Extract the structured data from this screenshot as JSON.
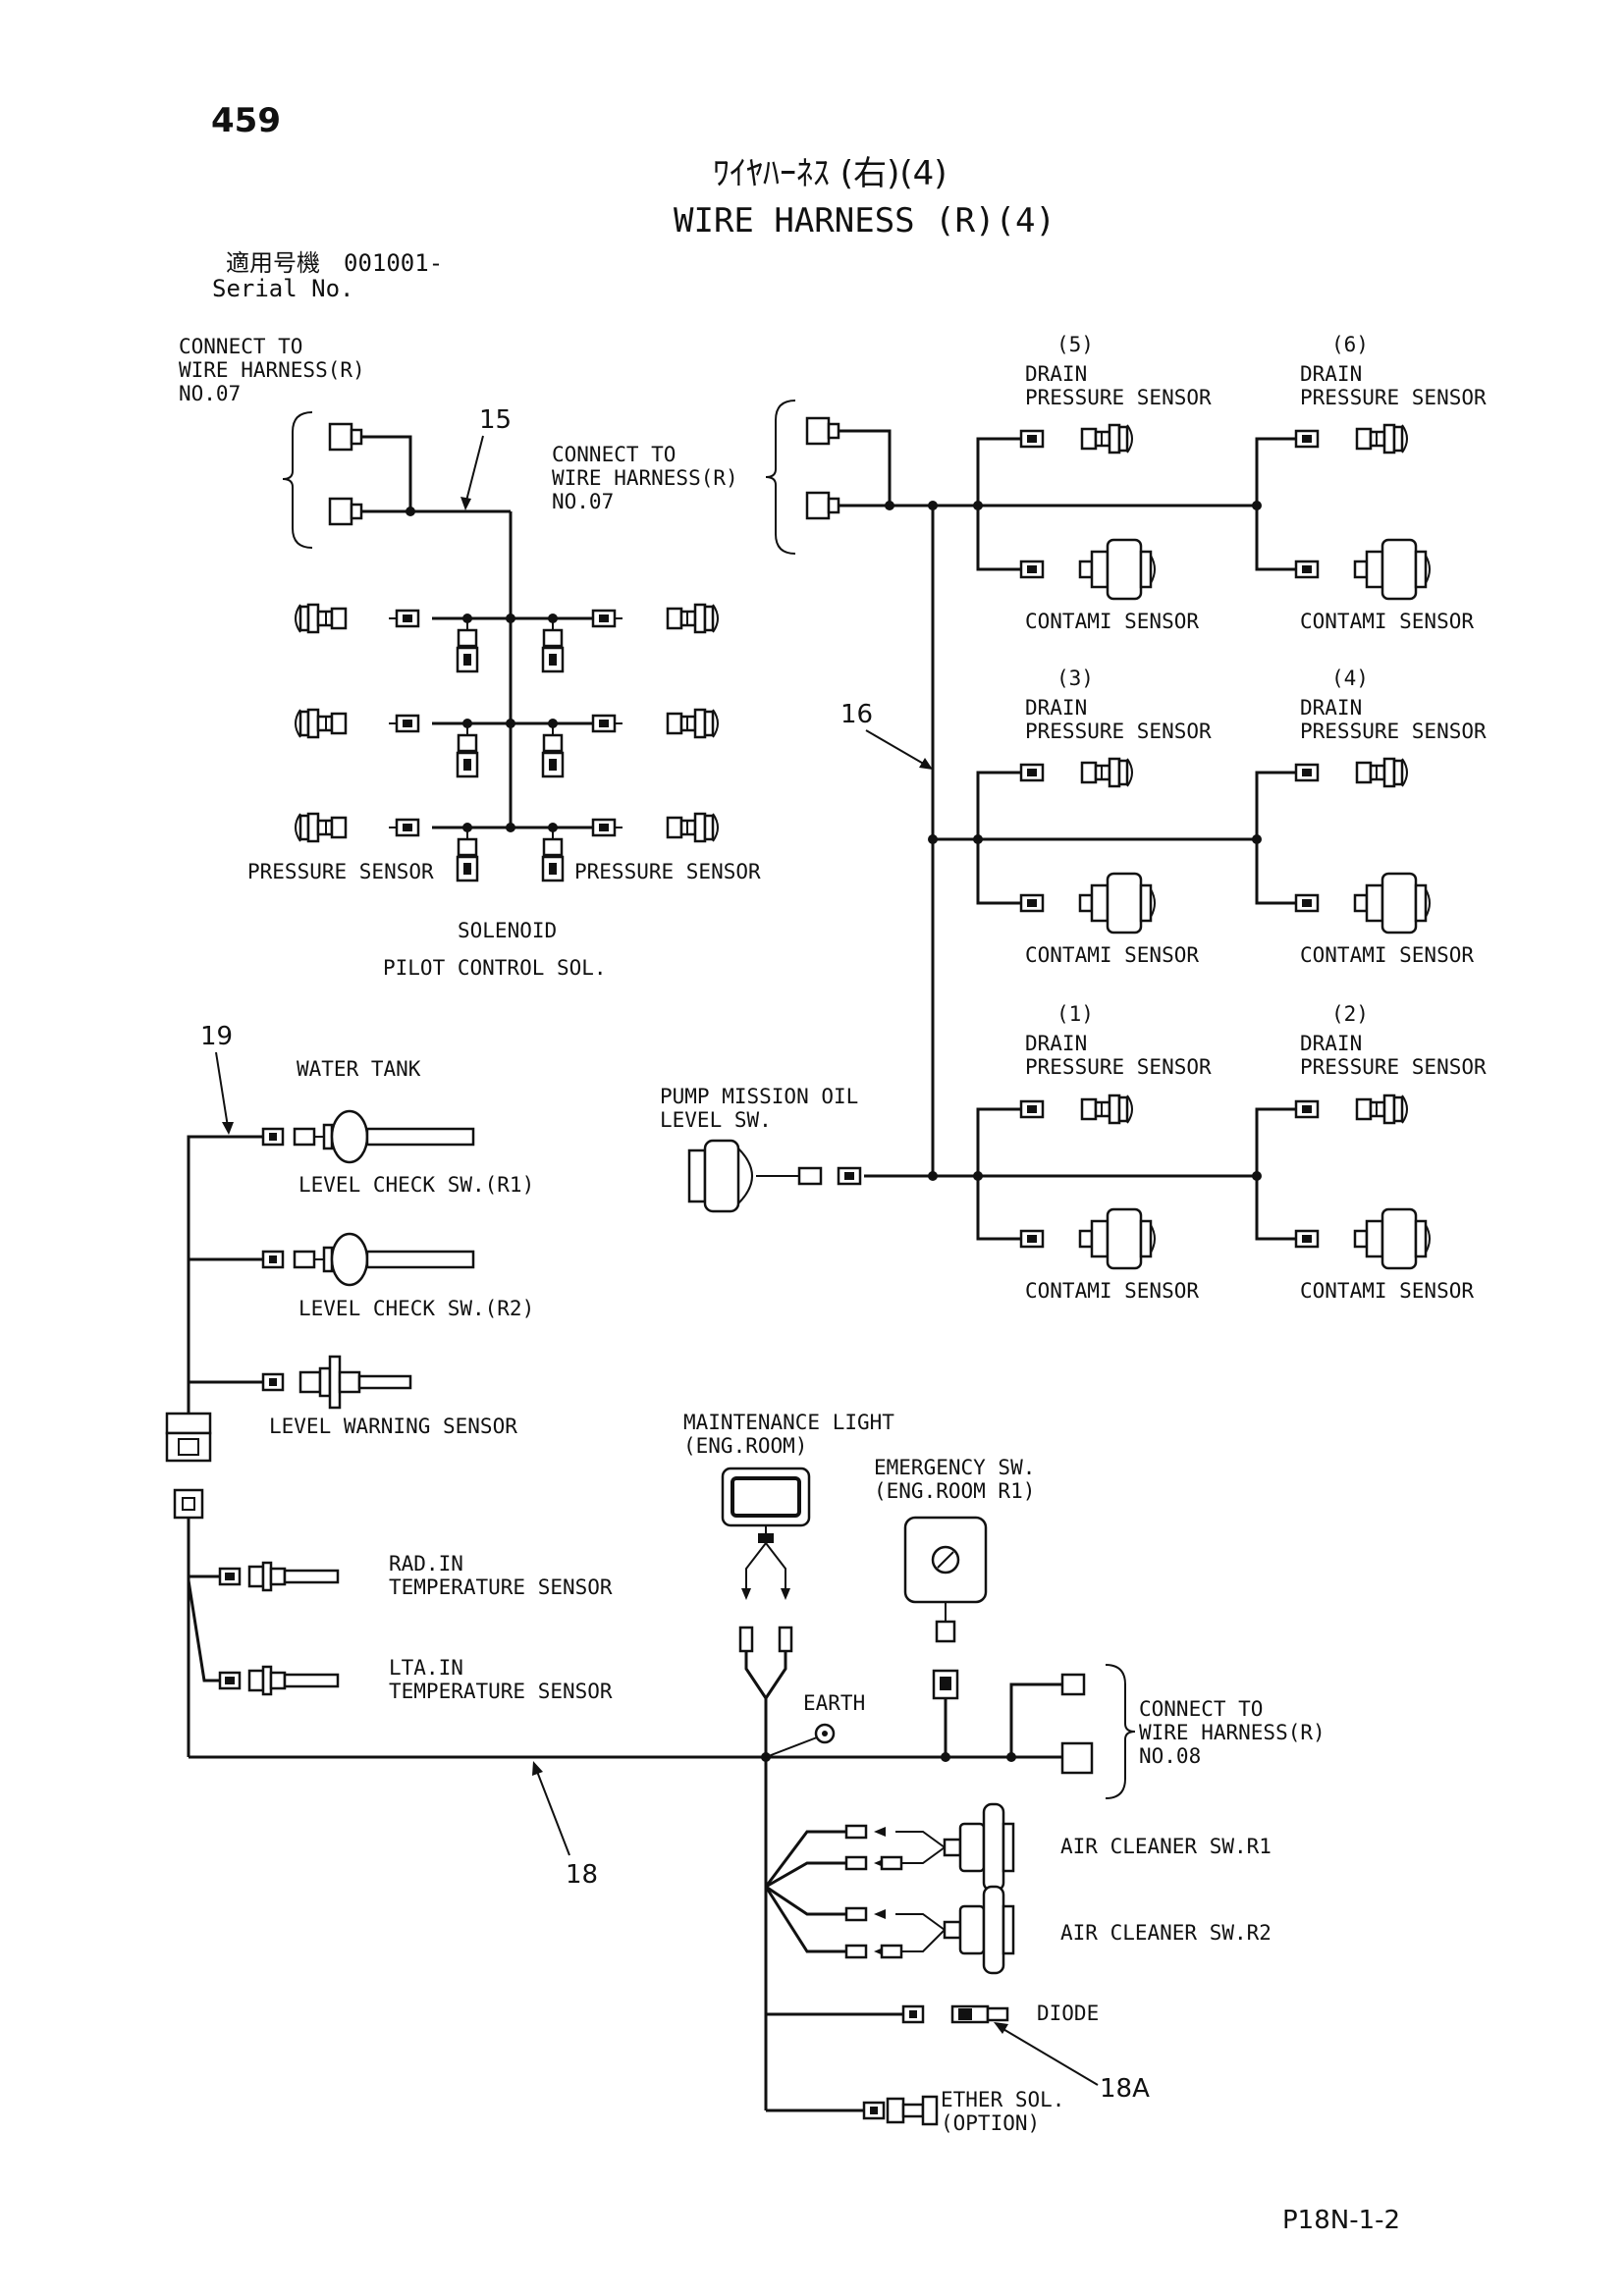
{
  "header": {
    "page_number": "459",
    "title_jp": "ﾜｲﾔﾊｰﾈｽ (右)(4)",
    "title_en": "WIRE HARNESS (R)(4)",
    "serial_label_jp": "適用号機",
    "serial_value": "001001-",
    "serial_label_en": "Serial No."
  },
  "footer": {
    "code": "P18N-1-2"
  },
  "harness_15": {
    "ref": "15",
    "connect_line1": "CONNECT TO",
    "connect_line2": "WIRE HARNESS(R)",
    "connect_line3": "NO.07",
    "pressure_left": "PRESSURE SENSOR",
    "pressure_right": "PRESSURE SENSOR",
    "solenoid": "SOLENOID",
    "pilot": "PILOT CONTROL SOL."
  },
  "harness_16": {
    "ref": "16",
    "connect_line1": "CONNECT TO",
    "connect_line2": "WIRE HARNESS(R)",
    "connect_line3": "NO.07",
    "pump_line1": "PUMP MISSION OIL",
    "pump_line2": "LEVEL SW.",
    "drain_label": "DRAIN",
    "pressure_label": "PRESSURE SENSOR",
    "contami_label": "CONTAMI SENSOR",
    "groups": [
      "(5)",
      "(6)",
      "(3)",
      "(4)",
      "(1)",
      "(2)"
    ]
  },
  "harness_19": {
    "ref": "19",
    "water_tank": "WATER TANK",
    "level_r1": "LEVEL CHECK SW.(R1)",
    "level_r2": "LEVEL CHECK SW.(R2)",
    "level_warning": "LEVEL WARNING SENSOR"
  },
  "harness_18": {
    "ref": "18",
    "ref_a": "18A",
    "rad_line1": "RAD.IN",
    "rad_line2": "TEMPERATURE SENSOR",
    "lta_line1": "LTA.IN",
    "lta_line2": "TEMPERATURE SENSOR",
    "maint_line1": "MAINTENANCE LIGHT",
    "maint_line2": "(ENG.ROOM)",
    "emerg_line1": "EMERGENCY SW.",
    "emerg_line2": "(ENG.ROOM R1)",
    "earth": "EARTH",
    "connect_line1": "CONNECT TO",
    "connect_line2": "WIRE HARNESS(R)",
    "connect_line3": "NO.08",
    "air_r1": "AIR CLEANER SW.R1",
    "air_r2": "AIR CLEANER SW.R2",
    "diode": "DIODE",
    "ether_line1": "ETHER SOL.",
    "ether_line2": "(OPTION)"
  }
}
